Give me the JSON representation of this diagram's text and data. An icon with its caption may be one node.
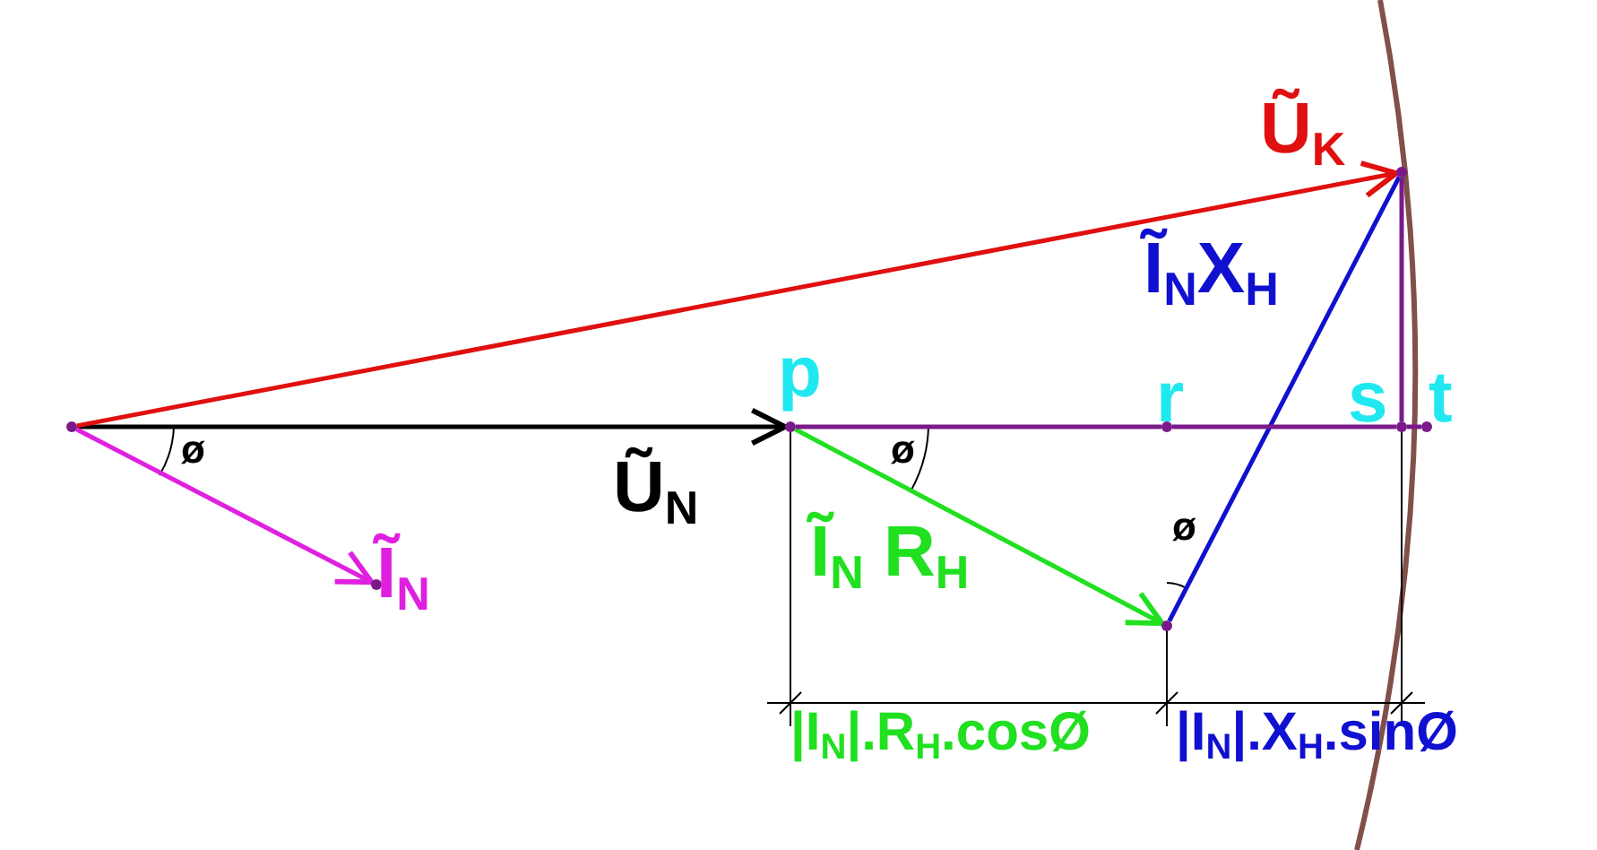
{
  "diagram": {
    "nodes": [
      {
        "text": [],
        "shape": "dot"
      },
      {
        "text": [],
        "shape": "dot",
        "beside": [
          "p"
        ]
      },
      {
        "text": [],
        "shape": "dot",
        "beside": [
          "r"
        ]
      },
      {
        "text": [],
        "shape": "dot",
        "beside": [
          "s"
        ]
      },
      {
        "text": [],
        "shape": "dot",
        "beside": [
          "t"
        ]
      },
      {
        "text": [],
        "shape": "dot"
      },
      {
        "text": [],
        "shape": "dot"
      },
      {
        "text": [],
        "shape": "dot"
      }
    ],
    "edges": [
      {
        "from": 0,
        "to": 1,
        "arrow": "to",
        "label": "Ũ$_{N}$",
        "color": "#000000"
      },
      {
        "from": 0,
        "to": 6,
        "arrow": "to",
        "label": "Ũ$_{K}$",
        "color": "#e01010"
      },
      {
        "from": 0,
        "to": 7,
        "arrow": "to",
        "label": "Ĩ$_{N}$",
        "color": "#e020e0"
      },
      {
        "from": 1,
        "to": 5,
        "arrow": "to",
        "label": "Ĩ$_{N}$ R$_{H}$",
        "color": "#20e020"
      },
      {
        "from": 5,
        "to": 6,
        "arrow": "none",
        "label": "Ĩ$_{N}$X$_{H}$",
        "color": "#1010d0"
      },
      {
        "from": 1,
        "to": 2,
        "arrow": "none",
        "color": "#7a1a8a"
      },
      {
        "from": 2,
        "to": 3,
        "arrow": "none",
        "color": "#7a1a8a"
      },
      {
        "from": 3,
        "to": 4,
        "arrow": "none",
        "color": "#7a1a8a"
      },
      {
        "from": 6,
        "to": 3,
        "arrow": "none",
        "color": "#7a1a8a"
      }
    ],
    "labels": [
      "ø",
      "ø",
      "ø",
      "|I$_{N}$|.R$_{H}$.cosØ",
      "|I$_{N}$|.X$_{H}$.sinØ"
    ]
  }
}
